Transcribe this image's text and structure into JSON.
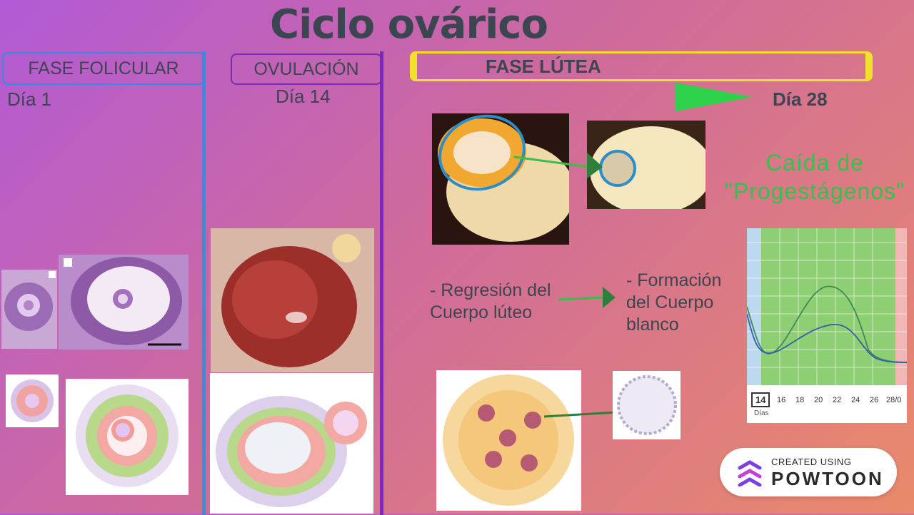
{
  "title": "Ciclo ovárico",
  "phases": {
    "folicular": "FASE FOLICULAR",
    "ovulacion": "OVULACIÓN",
    "lutea": "FASE LÚTEA"
  },
  "days": {
    "day1": "Día 1",
    "day14": "Día 14",
    "day28": "Día 28"
  },
  "callout": {
    "line1": "Caída de",
    "line2": "\"Progestágenos\""
  },
  "descriptions": {
    "regresion": "- Regresión del Cuerpo lúteo",
    "formacion": "- Formación del Cuerpo blanco"
  },
  "hormone_chart": {
    "x_ticks": [
      "14",
      "16",
      "18",
      "20",
      "22",
      "24",
      "26",
      "28/0"
    ],
    "x_label": "Días"
  },
  "badge": {
    "small": "CREATED USING",
    "big": "POWTOON"
  },
  "colors": {
    "folicular": "#2f8fe0",
    "ovulacion": "#7a2bb2",
    "lutea": "#f2e12a",
    "arrow_green": "#3bbd4a",
    "text": "#3b4650"
  }
}
